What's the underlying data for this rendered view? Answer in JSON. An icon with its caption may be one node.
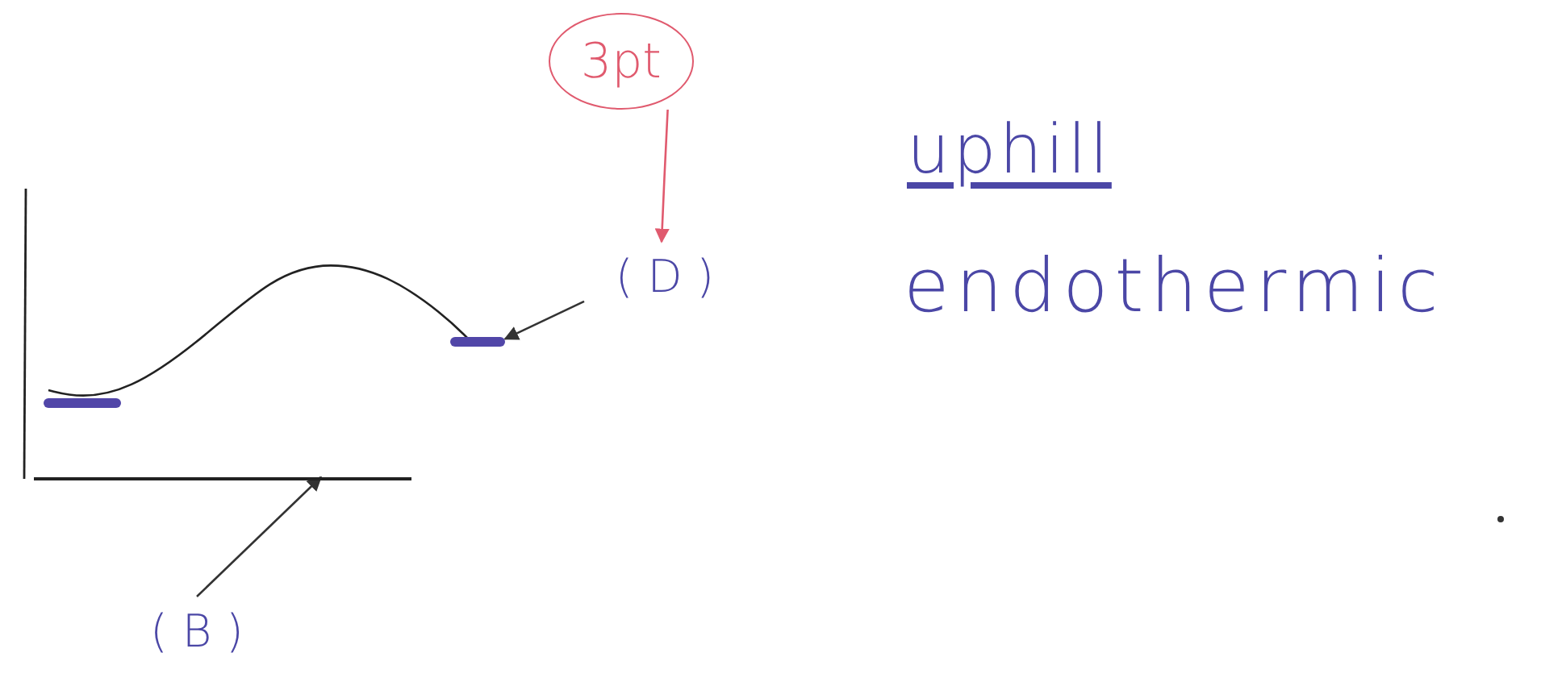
{
  "diagram": {
    "nodes": [
      {
        "text": [
          "3pt"
        ]
      },
      {
        "text": [
          "( D )"
        ]
      },
      {
        "text": [],
        "shape": "bar"
      },
      {
        "text": [
          "( B )"
        ]
      },
      {
        "text": [],
        "shape": "line"
      }
    ],
    "edges": [
      {
        "from": 0,
        "to": 1,
        "arrow": "to",
        "color": "#e05a6e"
      },
      {
        "from": 1,
        "to": 2,
        "arrow": "to"
      },
      {
        "from": 3,
        "to": 4,
        "arrow": "to"
      }
    ],
    "labels": [
      "uphill",
      "endothermic"
    ]
  }
}
